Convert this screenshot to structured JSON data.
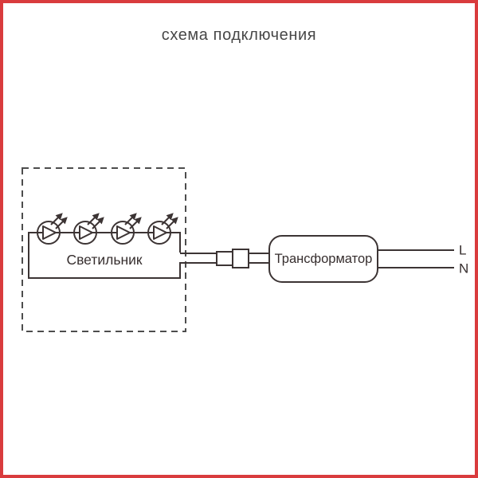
{
  "title": "схема подключения",
  "diagram": {
    "lamp_label": "Светильник",
    "transformer_label": "Трансформатор",
    "wire_labels": {
      "line": "L",
      "neutral": "N"
    },
    "led_count": 4,
    "colors": {
      "frame_border": "#d93b3d",
      "line": "#3c3434",
      "dashed_boundary": "#4d4d4d",
      "background": "#ffffff"
    }
  }
}
